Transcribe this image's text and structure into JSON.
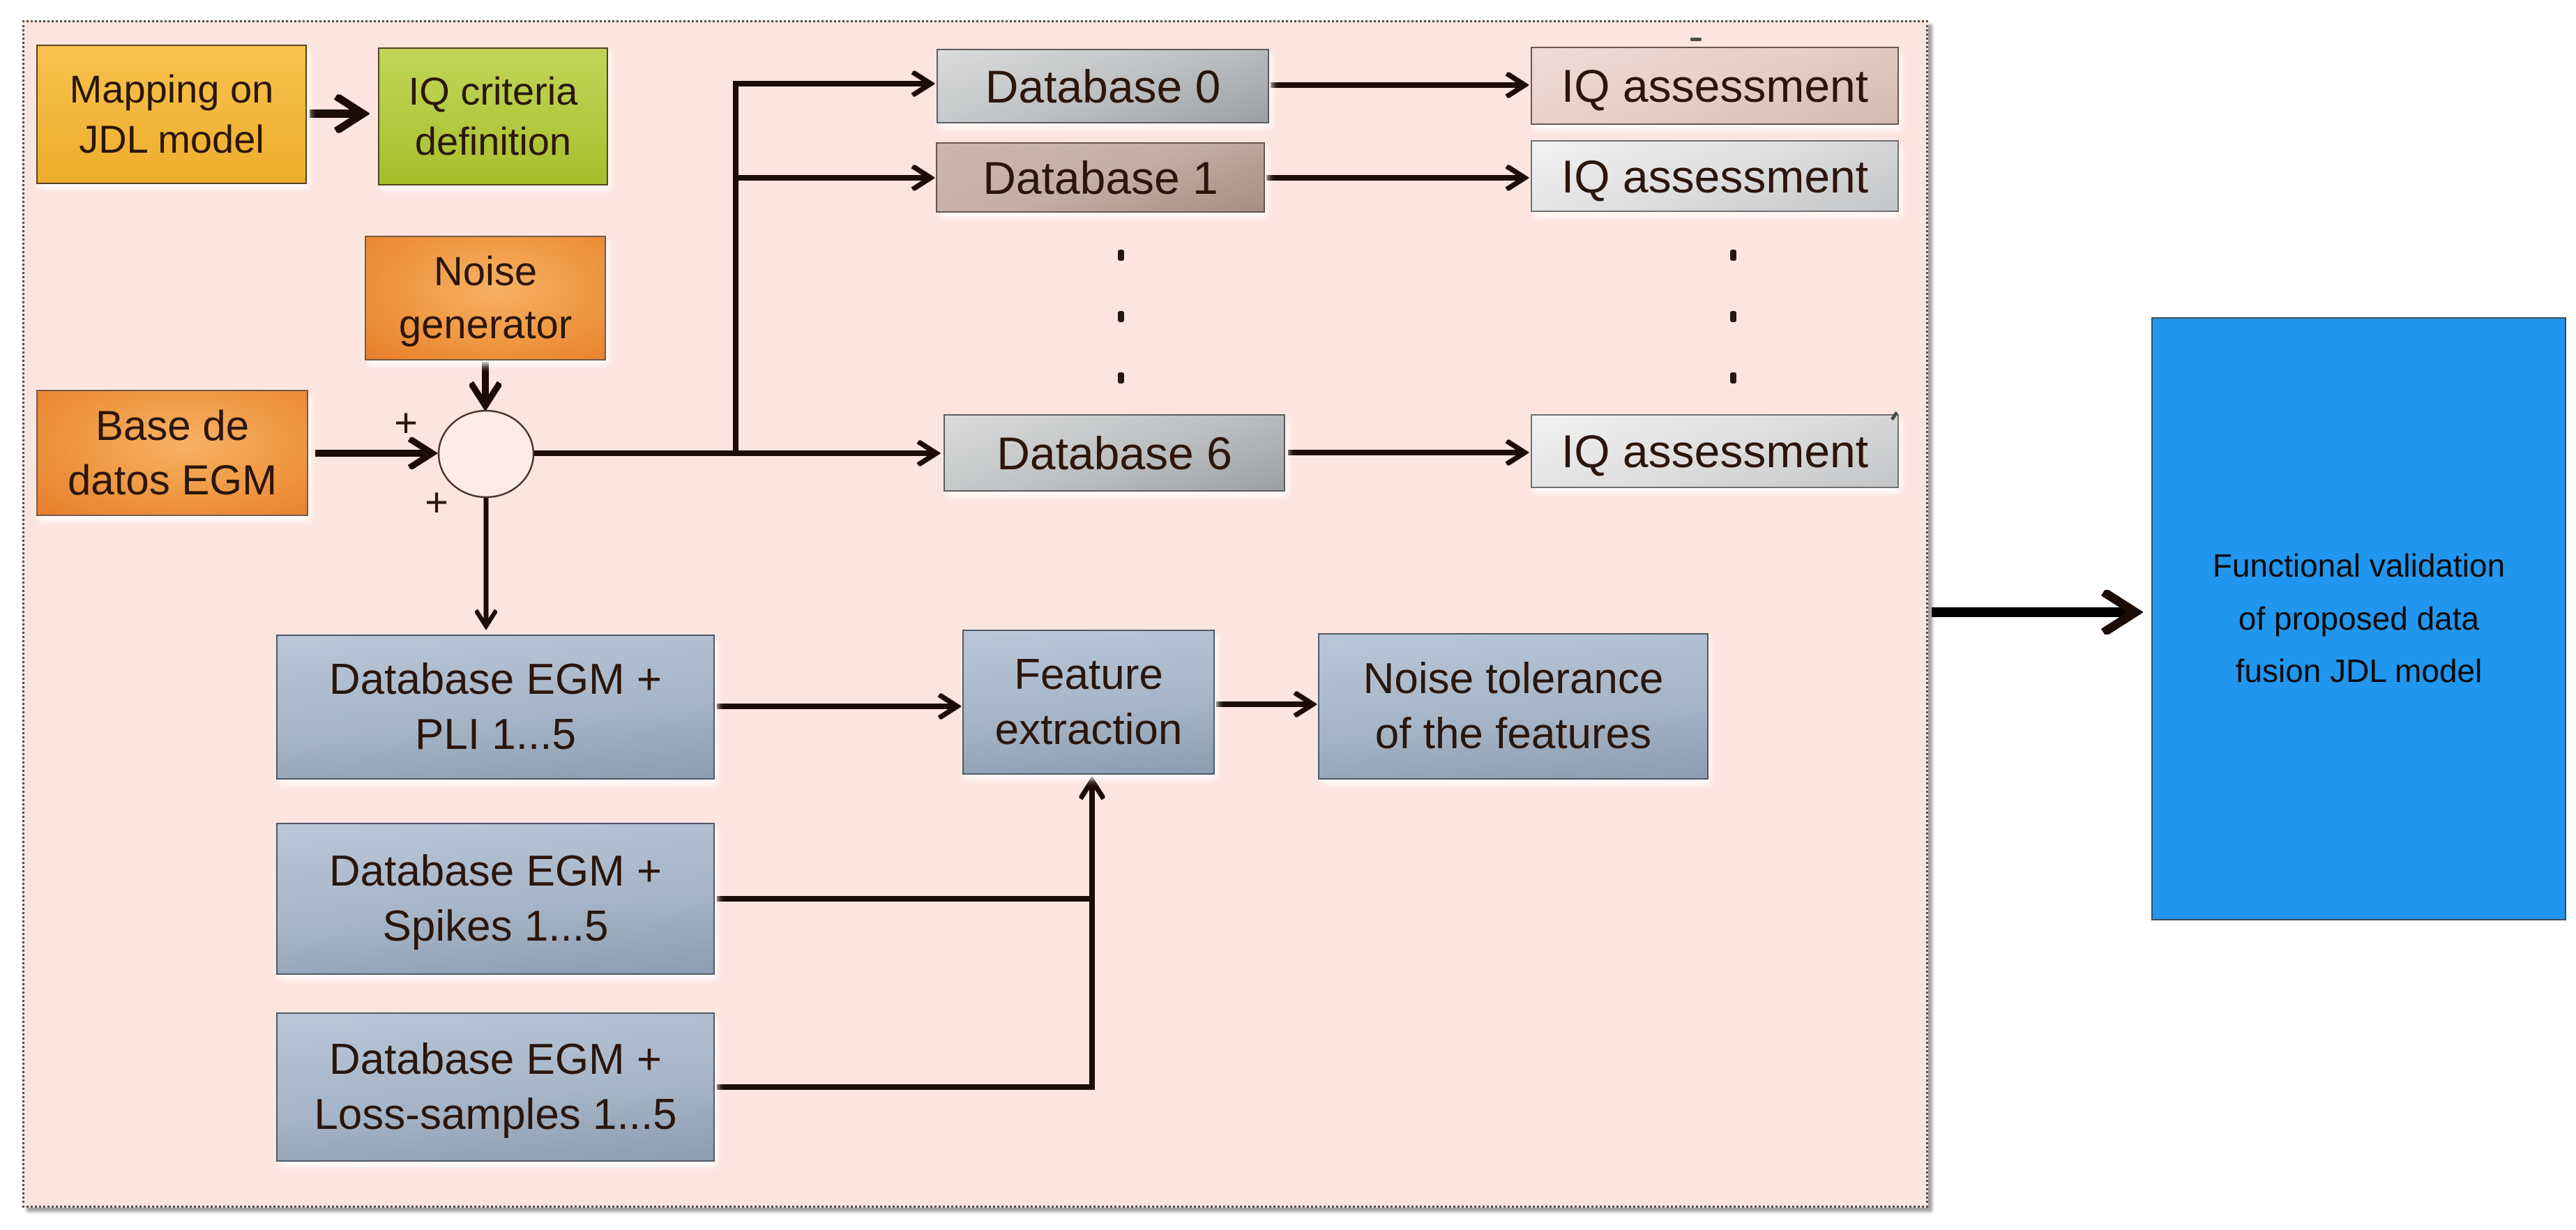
{
  "diagram": {
    "nodes": {
      "mapping": {
        "label": "Mapping on\nJDL model"
      },
      "iq_criteria": {
        "label": "IQ criteria\ndefinition"
      },
      "noise_generator": {
        "label": "Noise\ngenerator"
      },
      "base_egm": {
        "label": "Base de\ndatos EGM"
      },
      "db0": {
        "label": "Database 0"
      },
      "db1": {
        "label": "Database 1"
      },
      "db6": {
        "label": "Database 6"
      },
      "iq0": {
        "label": "IQ assessment"
      },
      "iq1": {
        "label": "IQ assessment"
      },
      "iq6": {
        "label": "IQ assessment"
      },
      "pli": {
        "label": "Database EGM +\nPLI 1...5"
      },
      "spikes": {
        "label": "Database EGM +\nSpikes 1...5"
      },
      "loss": {
        "label": "Database EGM +\nLoss-samples 1...5"
      },
      "feature": {
        "label": "Feature\nextraction"
      },
      "noise_tolerance": {
        "label": "Noise tolerance\nof the features"
      },
      "validation": {
        "label": "Functional validation\nof proposed data\nfusion JDL model"
      }
    },
    "operators": {
      "plus": "+",
      "ellipsis_dot": "."
    },
    "colors": {
      "page_bg": "#ffffff",
      "panel_fill": "#fce5de",
      "panel_border": "#4f4f4f",
      "ink": "#2b160c",
      "line": "#1b0c05",
      "amber_1": "#f7c24e",
      "amber_2": "#eead2b",
      "green_1": "#c2d558",
      "green_2": "#a6bf2c",
      "orange_1": "#f7b166",
      "orange_2": "#f09a44",
      "orange_3": "#e87e2b",
      "silver_1": "#dcdcdc",
      "silver_2": "#bcbfc1",
      "silver_3": "#9da0a3",
      "mauve_1": "#ccb8b0",
      "mauve_2": "#c3afa5",
      "mauve_3": "#a68e84",
      "rose_1": "#eedbd5",
      "rose_2": "#e6cfc8",
      "rose_3": "#d3b9b0",
      "slight_1": "#f2f2f2",
      "slight_2": "#dedede",
      "slight_3": "#c3c5c7",
      "steel_1": "#b9c7d8",
      "steel_2": "#a6b5c7",
      "steel_3": "#8d9db1",
      "azure": "#2196ee"
    }
  }
}
